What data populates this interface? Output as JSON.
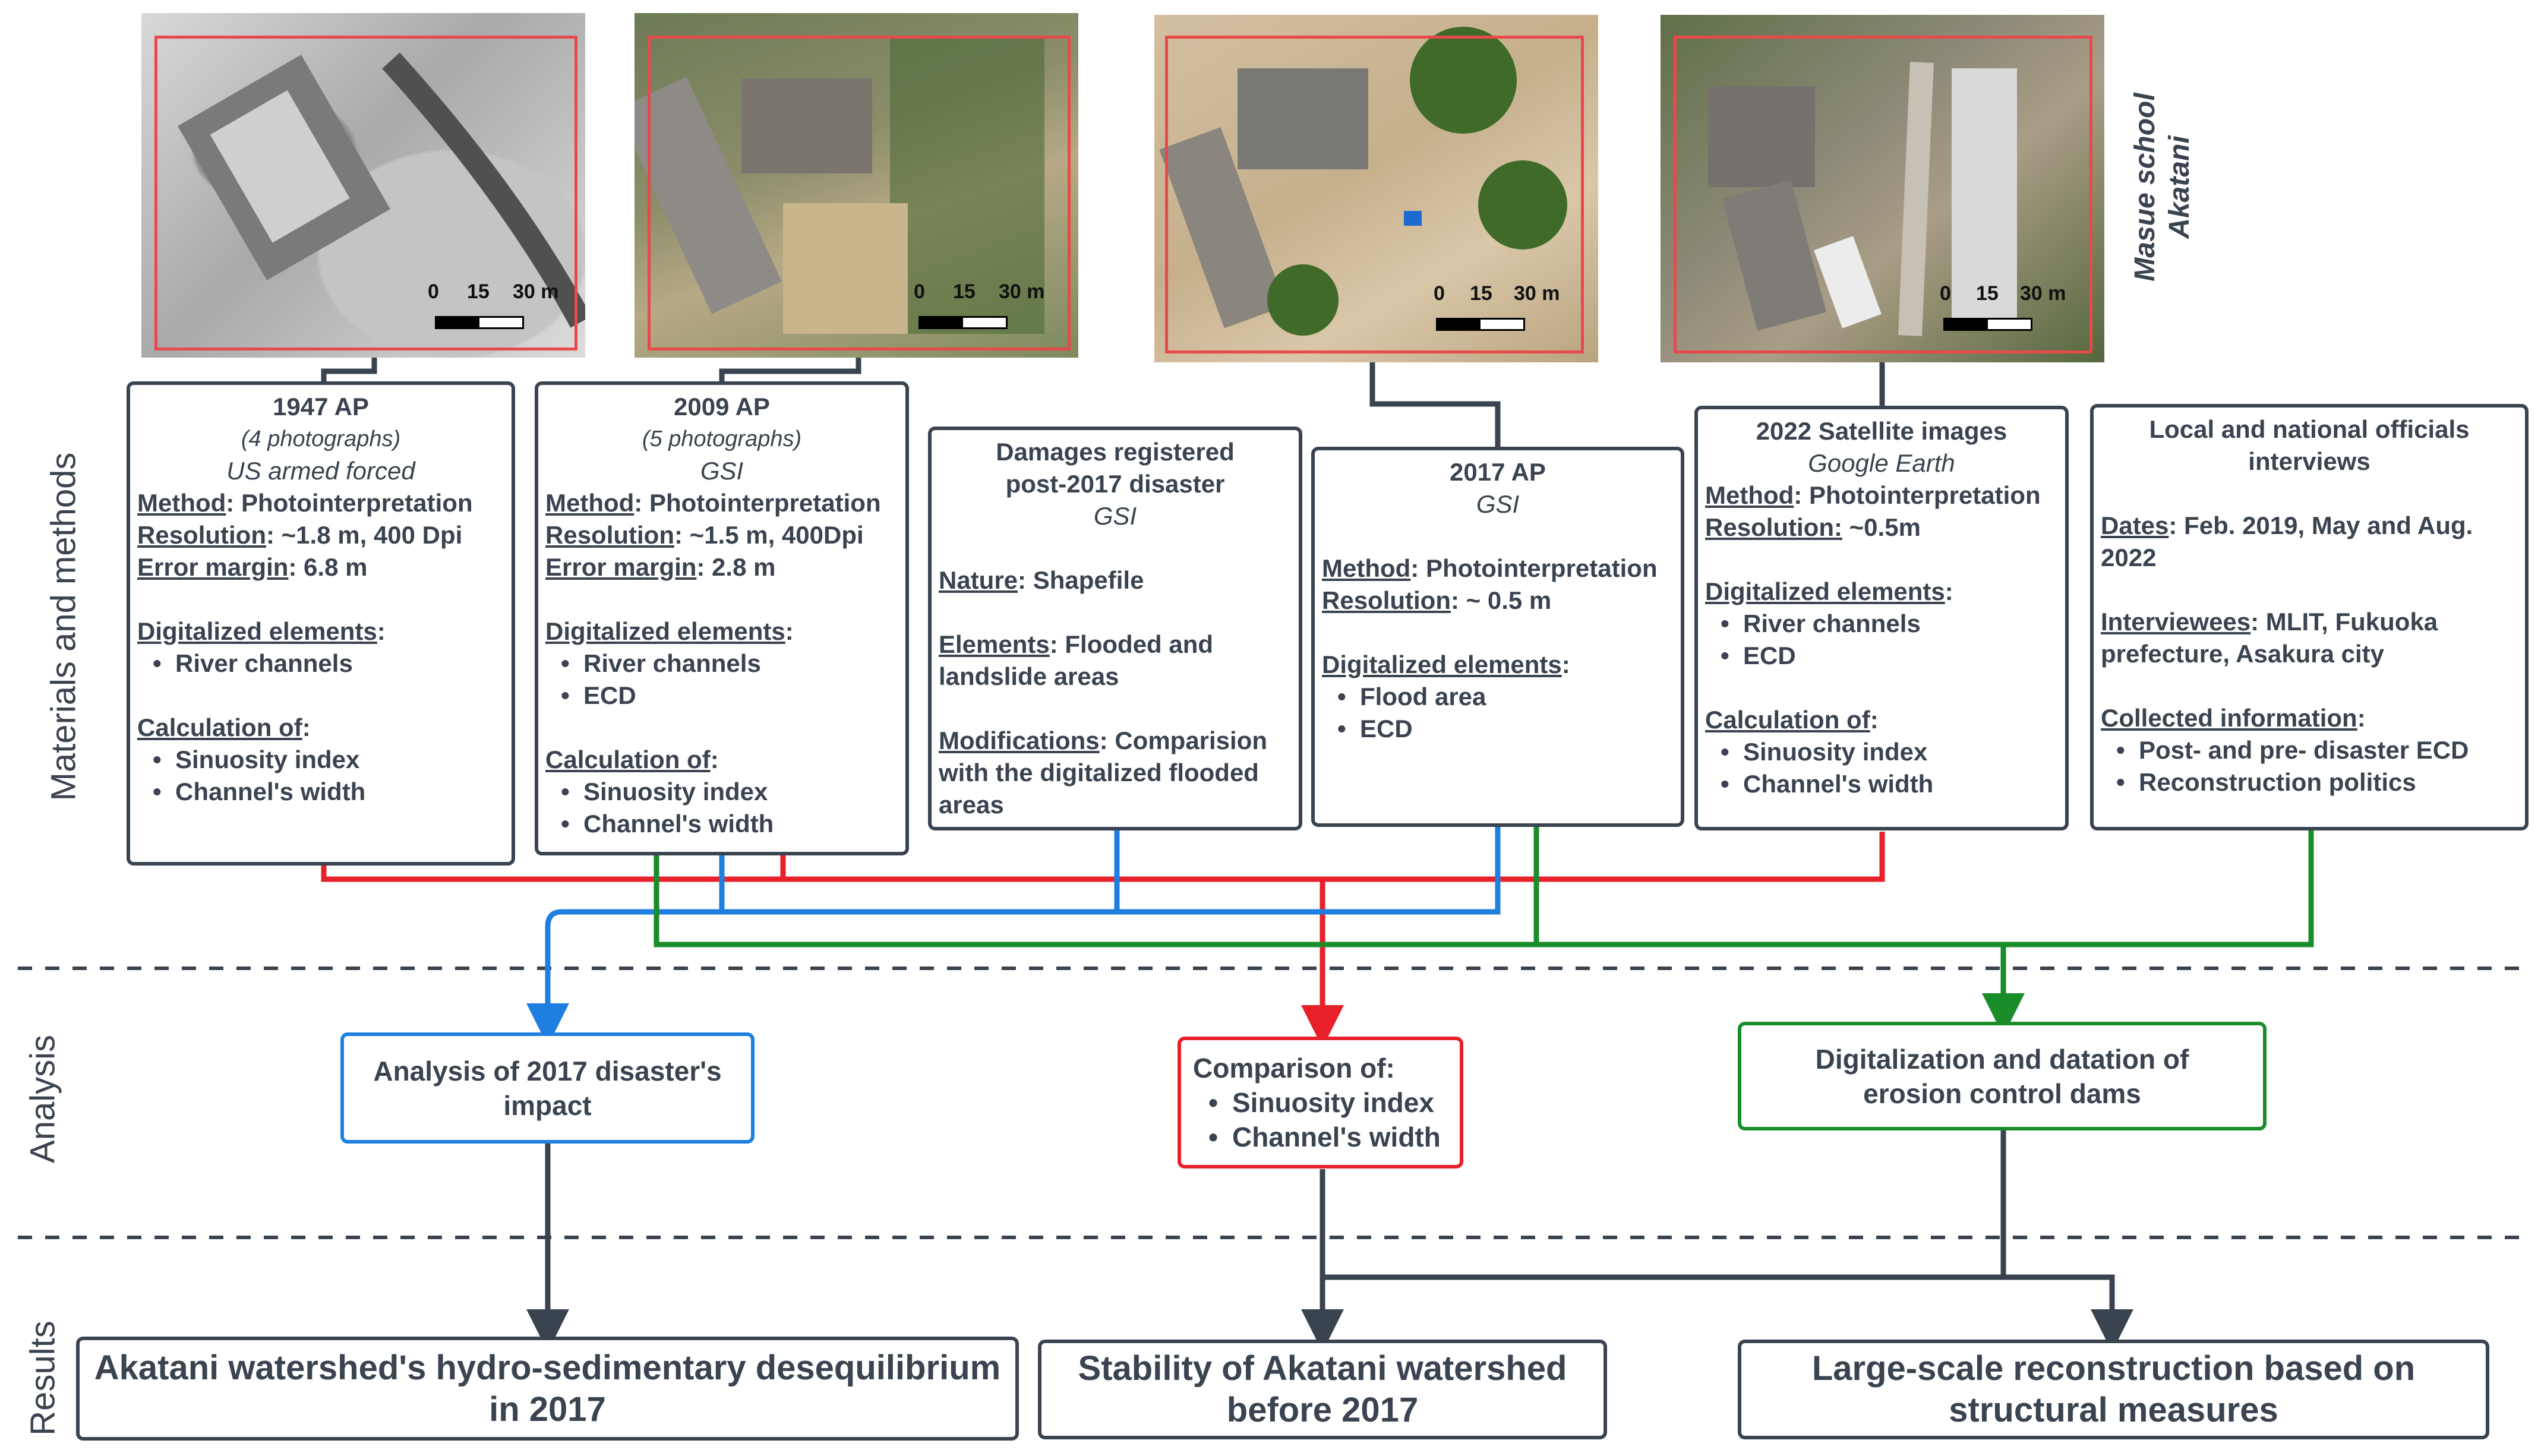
{
  "sections": {
    "materials": "Materials and methods",
    "analysis": "Analysis",
    "results": "Results"
  },
  "side_label": {
    "line1": "Masue school",
    "line2": "Akatani"
  },
  "photos": {
    "scale": {
      "zero": "0",
      "mid": "15",
      "end": "30 m"
    },
    "p1947": {
      "description": "grayscale historical aerial photograph of school buildings"
    },
    "p2009": {
      "description": "color aerial photograph of school and field"
    },
    "p2017": {
      "description": "aerial photograph with sediment deposits around school"
    },
    "p2022": {
      "description": "satellite image with reconstructed channel"
    }
  },
  "box_1947": {
    "title": "1947 AP",
    "subtitle": "(4 photographs)",
    "source": "US armed forced",
    "method_label": "Method",
    "method_value": ": Photointerpretation",
    "resolution_label": "Resolution",
    "resolution_value": ": ~1.8 m, 400 Dpi",
    "error_label": "Error margin",
    "error_value": ": 6.8 m",
    "digit_label": "Digitalized elements",
    "digit_items": [
      "River channels"
    ],
    "calc_label": "Calculation of",
    "calc_items": [
      "Sinuosity index",
      "Channel's width"
    ]
  },
  "box_2009": {
    "title": "2009 AP",
    "subtitle": "(5 photographs)",
    "source": "GSI",
    "method_label": "Method",
    "method_value": ": Photointerpretation",
    "resolution_label": "Resolution",
    "resolution_value": ": ~1.5 m, 400Dpi",
    "error_label": "Error margin",
    "error_value": ": 2.8 m",
    "digit_label": "Digitalized elements",
    "digit_items": [
      "River channels",
      "ECD"
    ],
    "calc_label": "Calculation of",
    "calc_items": [
      "Sinuosity index",
      "Channel's width"
    ]
  },
  "box_damages": {
    "title_line1": "Damages registered",
    "title_line2": "post-2017 disaster",
    "source": "GSI",
    "nature_label": "Nature",
    "nature_value": ":  Shapefile",
    "elements_label": "Elements",
    "elements_value": ": Flooded and landslide areas",
    "mod_label": "Modifications",
    "mod_value": ": Comparision with the digitalized flooded areas"
  },
  "box_2017": {
    "title": "2017 AP",
    "source": "GSI",
    "method_label": "Method",
    "method_value": ": Photointerpretation",
    "resolution_label": "Resolution",
    "resolution_value": ": ~ 0.5 m",
    "digit_label": "Digitalized elements",
    "digit_items": [
      "Flood area",
      "ECD"
    ]
  },
  "box_2022": {
    "title": "2022 Satellite images",
    "source": "Google Earth",
    "method_label": "Method",
    "method_value": ": Photointerpretation",
    "resolution_label": "Resolution:",
    "resolution_value": " ~0.5m",
    "digit_label": "Digitalized elements",
    "digit_items": [
      "River channels",
      "ECD"
    ],
    "calc_label": "Calculation of",
    "calc_items": [
      "Sinuosity index",
      "Channel's width"
    ]
  },
  "box_officials": {
    "title_line1": "Local and national officials",
    "title_line2": "interviews",
    "dates_label": "Dates",
    "dates_value": ": Feb. 2019, May and Aug. 2022",
    "interviewees_label": "Interviewees",
    "interviewees_value": ": MLIT, Fukuoka prefecture, Asakura city",
    "collected_label": "Collected information",
    "collected_value": ":",
    "collected_items": [
      "Post- and pre- disaster ECD",
      "Reconstruction politics"
    ]
  },
  "analysis": {
    "impact": {
      "line1": "Analysis of 2017 disaster's",
      "line2": "impact"
    },
    "comparison": {
      "title": "Comparison of:",
      "items": [
        "Sinuosity index",
        "Channel's width"
      ]
    },
    "dams": {
      "line1": "Digitalization and datation of",
      "line2": "erosion control dams"
    }
  },
  "results": {
    "desequilibrium": {
      "line1": "Akatani watershed's hydro-sedimentary desequilibrium",
      "line2": "in 2017"
    },
    "stability": {
      "line1": "Stability of Akatani watershed",
      "line2": "before 2017"
    },
    "reconstruction": {
      "line1": "Large-scale reconstruction based on",
      "line2": "structural measures"
    }
  },
  "colors": {
    "ink": "#3a4350",
    "blue": "#1e7fe0",
    "red": "#e8202a",
    "green": "#1a8c2a",
    "frame": "#e8494a",
    "divider": "#3a4350"
  }
}
